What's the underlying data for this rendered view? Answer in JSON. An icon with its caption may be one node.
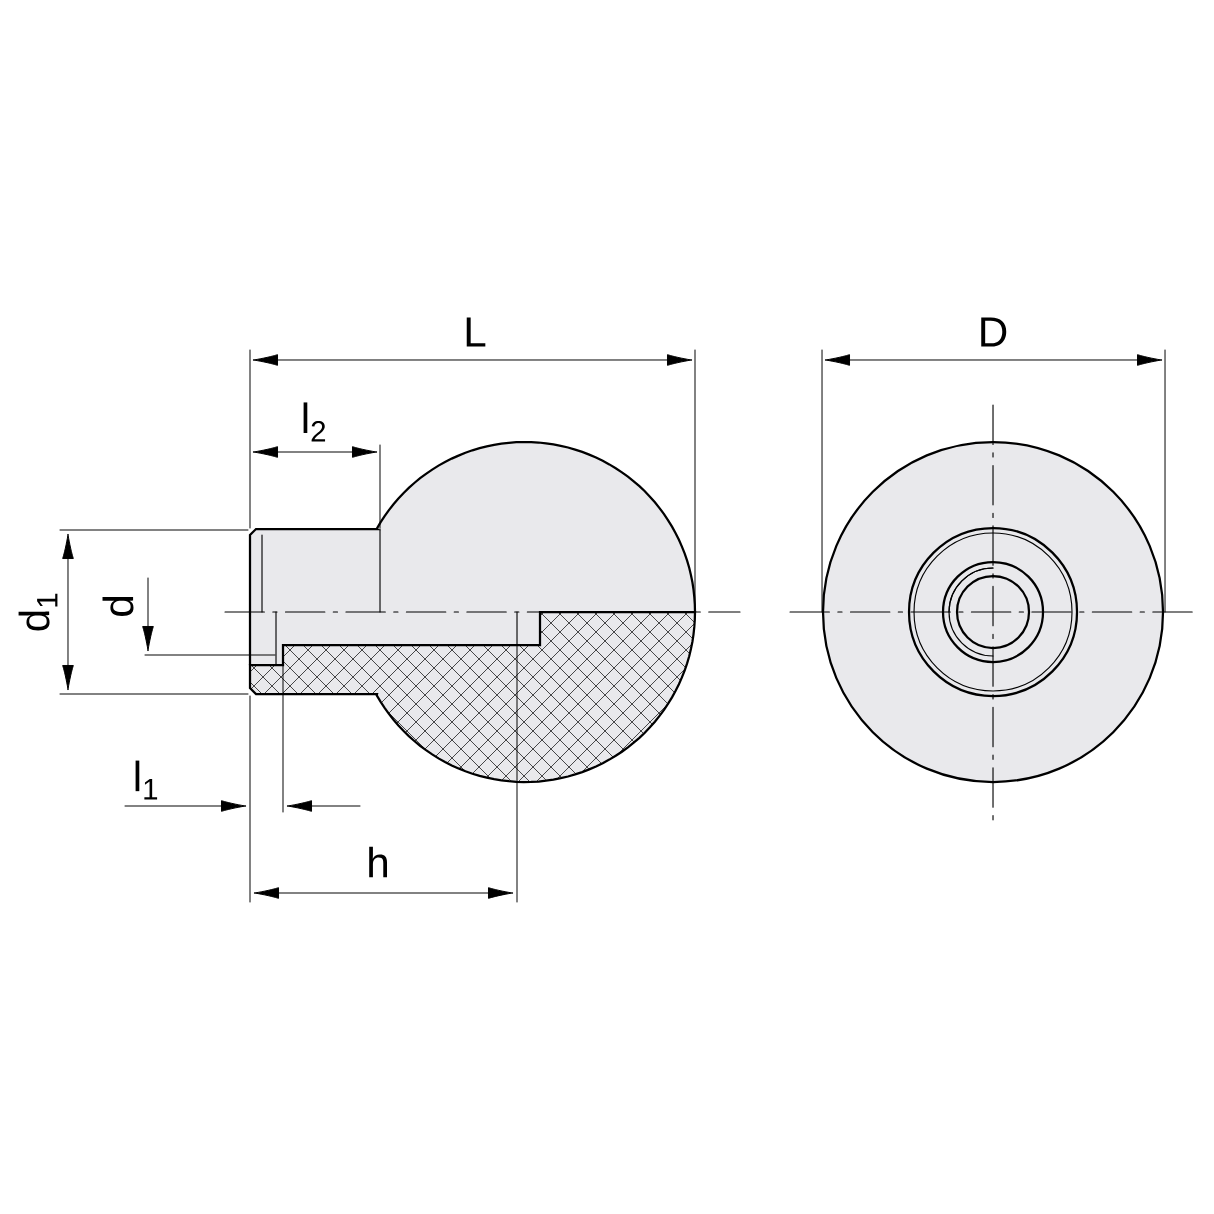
{
  "diagram": {
    "labels": [
      "L",
      "D",
      "l$_{2}$",
      "d$_{1}$",
      "d",
      "l$_{1}$",
      "h"
    ]
  }
}
